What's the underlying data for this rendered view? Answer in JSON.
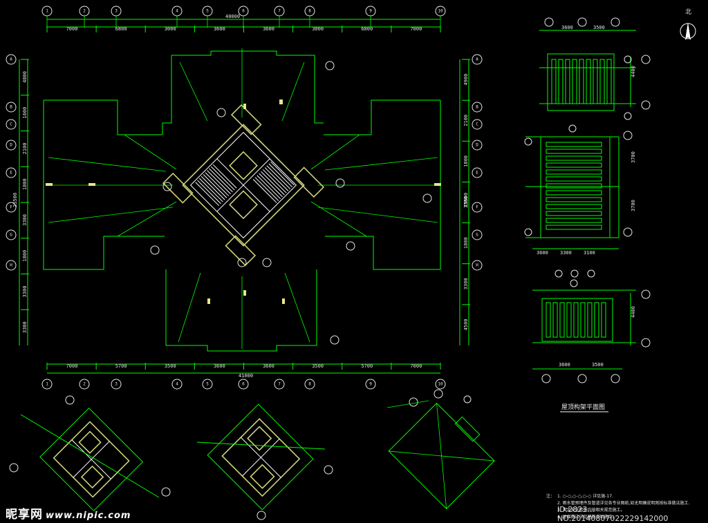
{
  "plan": {
    "top_dims": [
      "7000",
      "6800",
      "3000",
      "3600",
      "3600",
      "3000",
      "6800",
      "7000"
    ],
    "top_total": "40000",
    "bottom_dims": [
      "7000",
      "5700",
      "3500",
      "3600",
      "3600",
      "3500",
      "5700",
      "7000"
    ],
    "bottom_total": "41000",
    "left_dims": [
      "4800",
      "1600",
      "2100",
      "1800",
      "3300",
      "1800",
      "3300",
      "3300"
    ],
    "left_total": "25500",
    "right_dims": [
      "4900",
      "2100",
      "1800",
      "3300",
      "1800",
      "3300",
      "4500"
    ],
    "right_total": "25500",
    "top_axes": [
      "1",
      "2",
      "3",
      "4",
      "5",
      "6",
      "7",
      "8",
      "9",
      "10"
    ],
    "bottom_axes": [
      "1",
      "2",
      "3",
      "4",
      "5",
      "6",
      "7",
      "8",
      "9",
      "10"
    ],
    "left_axes": [
      "A",
      "B",
      "C",
      "D",
      "E",
      "F",
      "G",
      "H"
    ],
    "right_axes": [
      "A",
      "B",
      "C",
      "D",
      "E",
      "F",
      "G",
      "H"
    ]
  },
  "right_panel": {
    "top_dims": [
      "3600",
      "3500"
    ],
    "mid_dims": [
      "3600",
      "3300",
      "3100"
    ],
    "bottom_dims": [
      "3600",
      "3500"
    ],
    "side_dims": [
      "4400",
      "3700",
      "3700",
      "4400"
    ],
    "title": "屋顶构架平面图"
  },
  "notes": {
    "label": "注：",
    "lines": [
      "1. ○-○,○-○,○-○ 详见施-17.",
      "2. 雨水管预埋件及管道详见各专业图纸,如无明确说明则按标准做法施工.",
      "3. 其余未注明处均按相关规范施工。",
      "4. 屋面做法详见建施说明施工。"
    ]
  },
  "compass_label": "北",
  "watermark": {
    "brand": "昵享网",
    "url": "www.nipic.com",
    "id": "ID:2823… NO:20140807022229142000"
  }
}
